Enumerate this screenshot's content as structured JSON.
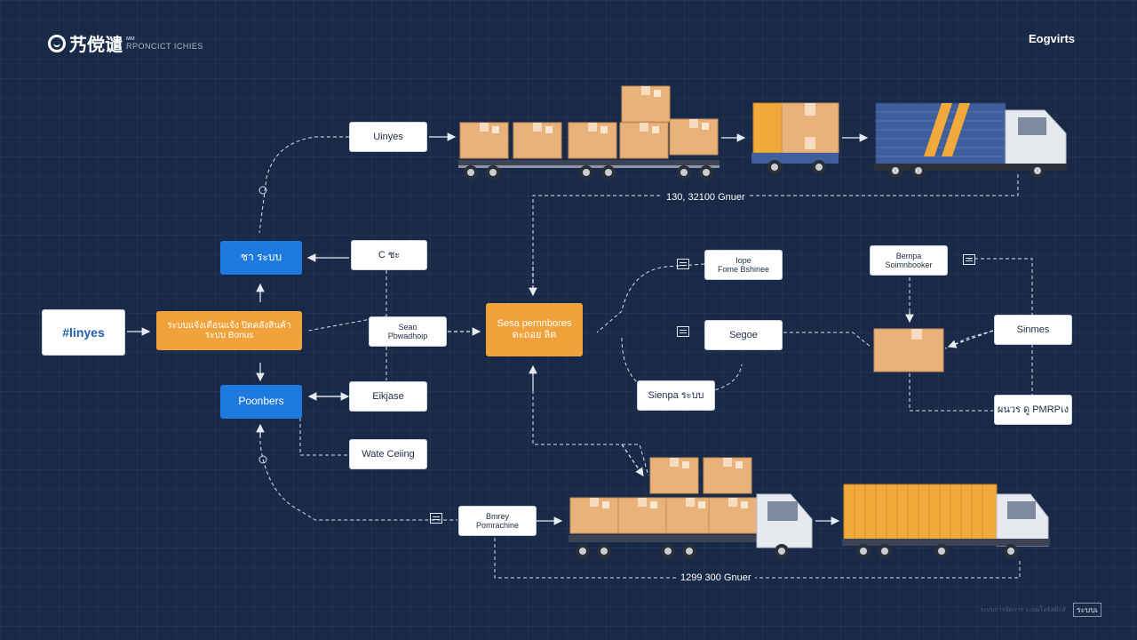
{
  "header": {
    "brand_name": "艿傥谴",
    "brand_sub_top": "ᴍᴍ",
    "brand_subtitle": "RPONCICT ICHIES",
    "top_right": "Eogvirts"
  },
  "nodes": {
    "uinyes": "Uinyes",
    "blue_top": "ชา ระบบ",
    "c_doc": "C ชะ",
    "orange_left": "ระบบแจ้งเตือนแจ้ง ปิดคลังสินค้า ระบบ Bonus",
    "input": "#linyes",
    "seao_l1": "Seao",
    "seao_l2": "Pbwadhoip",
    "blue_bottom": "Poonbers",
    "ekiso": "Eikjase",
    "wate": "Wate Ceiing",
    "orange_center": "Sesa pernnbores ดะถอย ลิต",
    "tope_l1": "Iope",
    "tope_l2": "Fome Bshinee",
    "segoe": "Segoe",
    "sienpa": "Sienpa ระบบ",
    "brempa_l1": "Bempa",
    "brempa_l2": "Soimnbooker",
    "sinmes": "Sinmes",
    "wiesbemp": "ผนวร ดู PMRPเง",
    "bottom_l1": "Bmrey",
    "bottom_l2": "Pomrachine"
  },
  "flow_labels": {
    "top": "130, 32100 Gnuer",
    "bottom": "1299 300 Gnuer"
  },
  "footer": {
    "left": "ระบบการจัดการ ระบบโลจิสติกส์",
    "right": "ระบบเ"
  },
  "icons": [
    "document-icon",
    "box-icon",
    "truck-icon",
    "arrow-icon"
  ],
  "colors": {
    "background": "#182a47",
    "box": "#e8b27a",
    "box_tape": "#f5dcc0",
    "orange_node": "#f2a23a",
    "blue_node": "#1f7ae0",
    "truck_cab": "#e6e9ee",
    "trailer_blue": "#3e5f9c",
    "container_orange": "#f2a93c"
  }
}
